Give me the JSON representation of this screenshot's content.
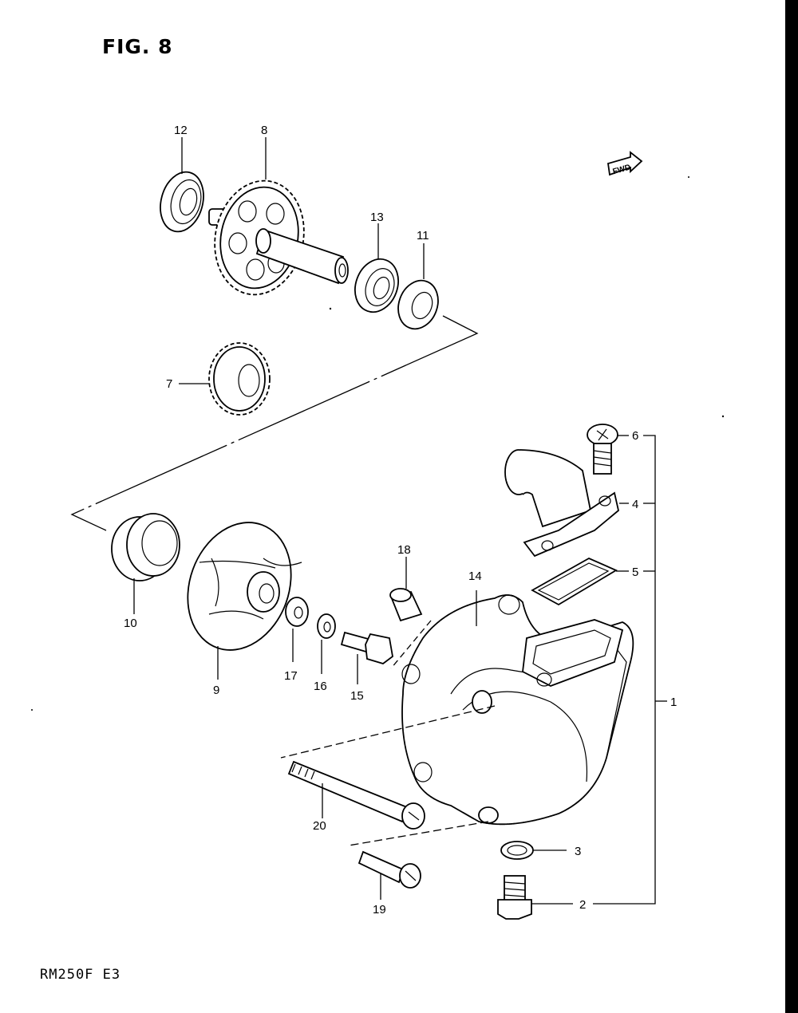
{
  "figure": {
    "title": "FIG. 8"
  },
  "footer": {
    "model": "RM250F E3"
  },
  "fwd_marker": {
    "text": "FWD"
  },
  "callouts": {
    "p1": "1",
    "p2": "2",
    "p3": "3",
    "p4": "4",
    "p5": "5",
    "p6": "6",
    "p7": "7",
    "p8": "8",
    "p9": "9",
    "p10": "10",
    "p11": "11",
    "p12": "12",
    "p13": "13",
    "p14": "14",
    "p15": "15",
    "p16": "16",
    "p17": "17",
    "p18": "18",
    "p19": "19",
    "p20": "20"
  }
}
